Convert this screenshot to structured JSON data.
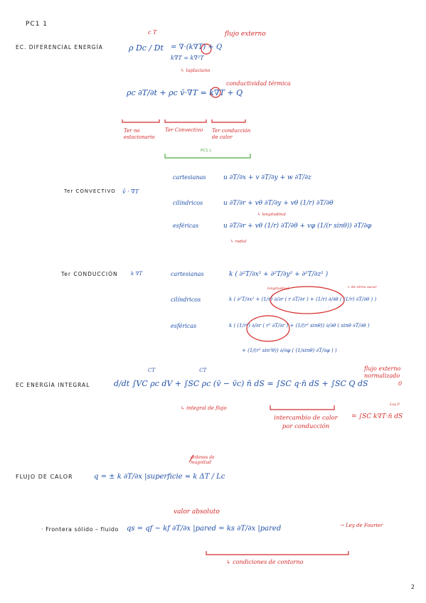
{
  "colors": {
    "black_ink": "#1a1a1a",
    "blue_ink": "#1f4fa8",
    "red_ink": "#d42a2a",
    "green_ink": "#4caa3f"
  },
  "page": {
    "header": "PC1 1",
    "page_number": "2"
  },
  "ec_diferencial": {
    "heading": "EC. DIFERENCIAL ENERGÍA",
    "superscripts": "c  T",
    "eq1_left": "ρ Dc / Dt",
    "eq1_right": "= ∇·(k∇T) + Q",
    "eq1_sub": "k∇T = k∇²T",
    "note_flujo": "flujo externo",
    "note_laplaciano": "↳ laplaciano",
    "eq2": "ρc ∂T/∂t + ρc v̄·∇T = k∇T + Q",
    "note_conductividad": "conductividad térmica",
    "label_no_estacionario": "Ter no estacionario",
    "label_convectivo": "Ter Convectivo",
    "label_conduccion": "Ter conducción de calor",
    "label_pc1": "PC1 c"
  },
  "convectivo": {
    "heading": "Ter CONVECTIVO",
    "operator": "v̄ · ∇T",
    "rows": [
      {
        "system": "cartesianas",
        "expr": "u ∂T/∂x + v ∂T/∂y + w ∂T/∂z"
      },
      {
        "system": "cilíndricos",
        "expr": "u ∂T/∂r + vθ ∂T/∂y + vθ (1/r) ∂T/∂θ"
      },
      {
        "system": "esféricas",
        "expr": "u ∂T/∂r + vθ (1/r) ∂T/∂θ + vφ (1/(r sinθ)) ∂T/∂φ"
      }
    ],
    "note_longitudinal": "↳ longitudinal",
    "note_radial": "↳ radial"
  },
  "conduccion": {
    "heading": "Ter CONDUCCIÓN",
    "operator": "k ∇T",
    "rows": [
      {
        "system": "cartesianas",
        "expr": "k ( ∂²T/∂x² + ∂²T/∂y² + ∂²T/∂z² )"
      },
      {
        "system": "cilíndricos",
        "expr": "k ( ∂²T/∂x² + (1/r) ∂/∂r ( r ∂T/∂r ) + (1/r) ∂/∂θ ( (1/r) ∂T/∂θ ) )"
      },
      {
        "system": "esféricas",
        "expr": "k ( (1/r²) ∂/∂r ( r² ∂T/∂r ) + (1/(r² sinθ)) ∂/∂θ ( sinθ ∂T/∂θ )"
      }
    ],
    "esfericas_cont": "+ (1/(r² sin²θ)) ∂/∂φ ( (1/sinθ) ∂T/∂φ ) )",
    "note_longitudinal": "longitudinal",
    "note_pseudo": "+ de otros sacar"
  },
  "ec_integral": {
    "heading": "EC ENERGÍA INTEGRAL",
    "ct_marks": "CT   CT",
    "eq": "d/dt ∫VC ρc dV + ∫SC ρc (v̄ − v̄c) n̄ dS = ∫SC q·n̄ dS + ∫SC Q dS",
    "note_flujo": "flujo externo normalizado",
    "note_zero": "0",
    "note_integral": "↳ integral de flujo",
    "label_intercambio": "intercambio de calor por conducción",
    "ley_label": "Ley F",
    "ley_expr": "= ∫SC k∇T·n̄ dS"
  },
  "flujo_calor": {
    "heading": "FLUJO DE CALOR",
    "eq": "q = ± k ∂T/∂x |superficie ≈ k ΔT / Lc",
    "note_ordenes": "órdenes de magnitud"
  },
  "frontera": {
    "label": "· Frontera sólido – fluido",
    "eq": "qs = qf ~ kf ∂T/∂x |pared = ks ∂T/∂x |pared",
    "note_valor": "valor absoluto",
    "note_fourier": "→ Ley de Fourier",
    "note_condiciones": "↳ condiciones de contorno"
  }
}
